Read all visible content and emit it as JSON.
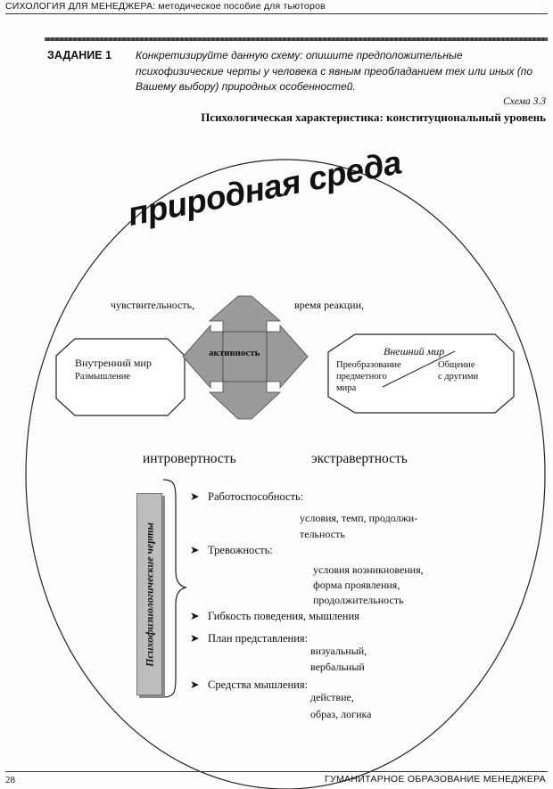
{
  "header": {
    "running_title": "СИХОЛОГИЯ ДЛЯ МЕНЕДЖЕРА: методическое пособие для тьюторов"
  },
  "task": {
    "label": "ЗАДАНИЕ 1",
    "text": "Конкретизируйте данную схему: опишите предположительные психофизические черты у человека с явным преобладанием тех или иных (по Вашему выбору) природных особенностей."
  },
  "scheme": {
    "number": "Схема 3.3",
    "caption": "Психологическая характеристика: конституциональный уровень",
    "nature_label": "природная среда",
    "sensitivity_label": "чувствительность,",
    "reaction_label": "время реакции,",
    "activity_label": "активность",
    "inner_world": {
      "title": "Внутренний мир",
      "subtitle": "Размышление"
    },
    "outer_world": {
      "title": "Внешний мир",
      "left_lines": [
        "Преобразование",
        "предметного",
        "мира"
      ],
      "right_lines": [
        "Общение",
        "с другими"
      ]
    },
    "introversion_label": "интровертность",
    "extraversion_label": "экстравертность",
    "banner_label": "Психофизиологические черты",
    "traits": [
      {
        "title": "Работоспособность:",
        "details": [
          "условия, темп, продолжи-",
          "тельность"
        ]
      },
      {
        "title": "Тревожность:",
        "details": [
          "условия возникновения,",
          "форма проявления,",
          "продолжительность"
        ]
      },
      {
        "title": "Гибкость поведения, мышления",
        "details": []
      },
      {
        "title": "План представления:",
        "details": [
          "визуальный,",
          "вербальный"
        ]
      },
      {
        "title": "Средства мышления:",
        "details": [
          "действие,",
          "образ, логика"
        ]
      }
    ],
    "bullet_icon": "right-arrowhead-icon",
    "arrow_fill": "#9a9a9a"
  },
  "footer": {
    "page_number": "28",
    "text": "ГУМАНИТАРНОЕ ОБРАЗОВАНИЕ МЕНЕДЖЕРА"
  }
}
